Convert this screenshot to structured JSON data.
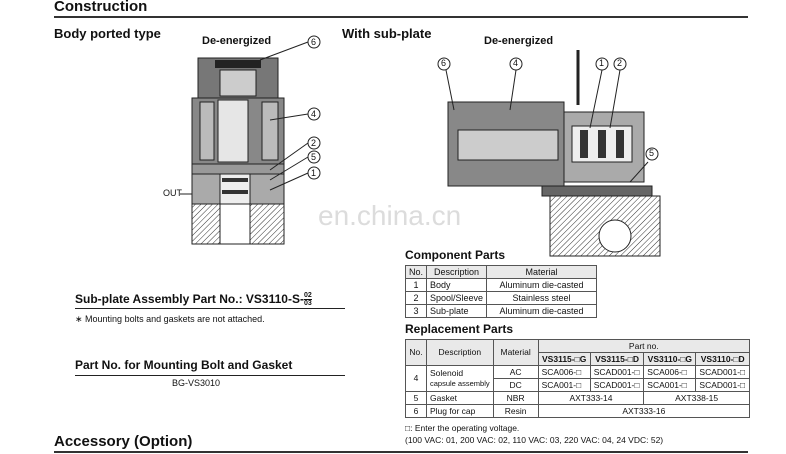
{
  "section_title": "Construction",
  "body_ported": {
    "title": "Body ported type",
    "state": "De-energized",
    "out_label": "OUT",
    "callouts": [
      "6",
      "4",
      "2",
      "5",
      "1"
    ]
  },
  "with_subplate": {
    "title": "With sub-plate",
    "state": "De-energized",
    "callouts": [
      "6",
      "4",
      "1",
      "2",
      "5"
    ]
  },
  "watermark": "en.china.cn",
  "subplate": {
    "label": "Sub-plate Assembly Part No.: VS3110-S-",
    "sup": "02",
    "sub": "03",
    "note": "∗ Mounting bolts and gaskets are not attached."
  },
  "mounting": {
    "label": "Part No. for Mounting Bolt and Gasket",
    "part": "BG-VS3010"
  },
  "accessory_title": "Accessory (Option)",
  "component_parts": {
    "title": "Component Parts",
    "headers": [
      "No.",
      "Description",
      "Material"
    ],
    "rows": [
      [
        "1",
        "Body",
        "Aluminum die-casted"
      ],
      [
        "2",
        "Spool/Sleeve",
        "Stainless steel"
      ],
      [
        "3",
        "Sub-plate",
        "Aluminum die-casted"
      ]
    ]
  },
  "replacement_parts": {
    "title": "Replacement Parts",
    "h_no": "No.",
    "h_desc": "Description",
    "h_mat": "Material",
    "h_partno": "Part no.",
    "models": [
      "VS3115-□G",
      "VS3115-□D",
      "VS3110-□G",
      "VS3110-□D"
    ],
    "r4_no": "4",
    "r4_desc": "Solenoid",
    "r4_desc2": "capsule assembly",
    "r4a_mat": "AC",
    "r4a": [
      "SCA006-□",
      "SCAD001-□",
      "SCA006-□",
      "SCAD001-□"
    ],
    "r4b_mat": "DC",
    "r4b": [
      "SCA001-□",
      "SCAD001-□",
      "SCA001-□",
      "SCAD001-□"
    ],
    "r5": [
      "5",
      "Gasket",
      "NBR",
      "AXT333-14",
      "AXT338-15"
    ],
    "r6": [
      "6",
      "Plug for cap",
      "Resin",
      "AXT333-16"
    ],
    "note1": "□: Enter the operating voltage.",
    "note2": "(100 VAC: 01, 200 VAC: 02, 110 VAC: 03, 220 VAC: 04, 24 VDC: 52)"
  }
}
